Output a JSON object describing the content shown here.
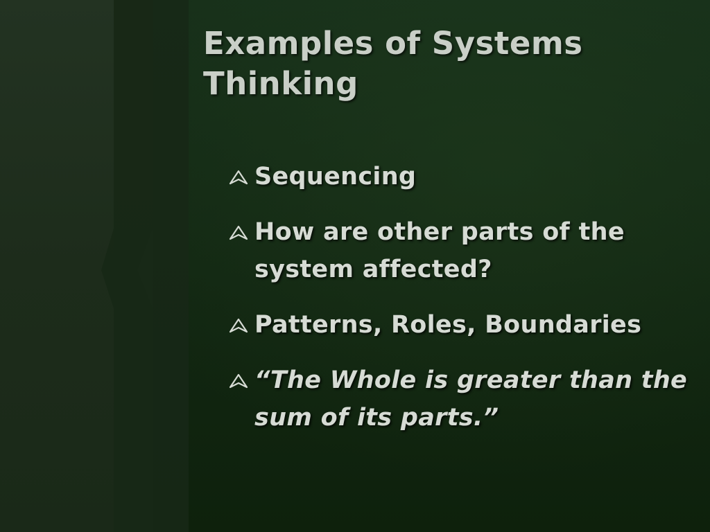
{
  "slide": {
    "title": "Examples of Systems Thinking",
    "bullets": [
      {
        "text": "Sequencing",
        "icon": "arrowhead-bullet-icon",
        "italic": false
      },
      {
        "text": "How are other parts of the system affected?",
        "icon": "arrowhead-bullet-icon",
        "italic": false
      },
      {
        "text": "Patterns, Roles, Boundaries",
        "icon": "arrowhead-bullet-icon",
        "italic": false
      },
      {
        "text": "“The Whole is greater than the sum of its parts.”",
        "icon": "arrowhead-bullet-icon",
        "italic": true
      }
    ]
  },
  "theme": {
    "background": "#122712",
    "text_color": "#d6dbd4",
    "title_color": "#c9cfc7"
  }
}
